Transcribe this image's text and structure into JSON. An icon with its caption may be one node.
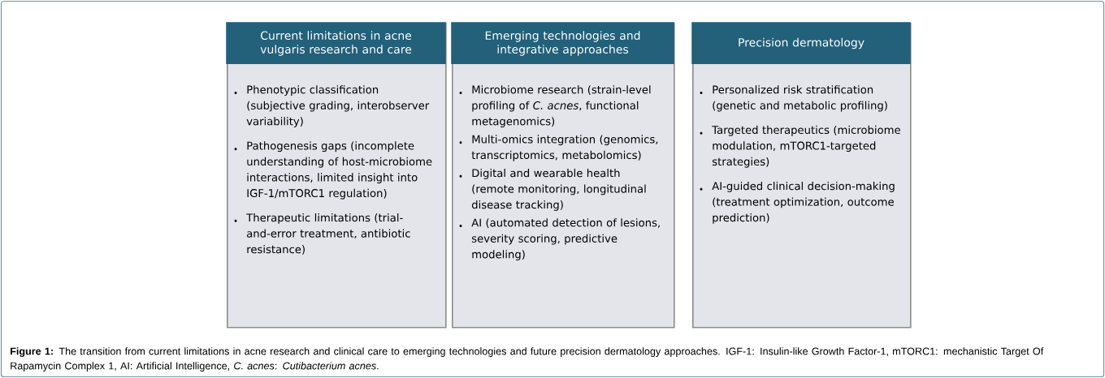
{
  "diagram": {
    "caption": "**Figure 1:** The transition from current limitations in acne research and clinical care to emerging technologies and future precision dermatology approaches. IGF-1: Insulin-like Growth Factor-1, mTORC1: mechanistic Target Of Rapamycin Complex 1, AI: Artificial Intelligence, *C. acnes*: *Cutibacterium acnes*.",
    "nodes": [
      {
        "text": [
          "Current limitations in acne vulgaris research and care",
          "Phenotypic classification (subjective grading, interobserver variability)",
          "Pathogenesis gaps (incomplete understanding of host-microbiome interactions, limited insight into IGF-1/mTORC1 regulation)",
          "Therapeutic limitations (trial-and-error treatment, antibiotic resistance)"
        ]
      },
      {
        "text": [
          "Emerging technologies and integrative approaches",
          "Microbiome research (strain-level profiling of *C. acnes*, functional metagenomics)",
          "Multi-omics integration (genomics, transcriptomics, metabolomics)",
          "Digital and wearable health (remote monitoring, longitudinal disease tracking)",
          "AI (automated detection of lesions, severity scoring, predictive modeling)"
        ]
      },
      {
        "text": [
          "Precision dermatology",
          "Personalized risk stratification (genetic and metabolic profiling)",
          "Targeted therapeutics (microbiome modulation, mTORC1-targeted strategies)",
          "AI-guided clinical decision-making (treatment optimization, outcome prediction)"
        ]
      }
    ]
  }
}
